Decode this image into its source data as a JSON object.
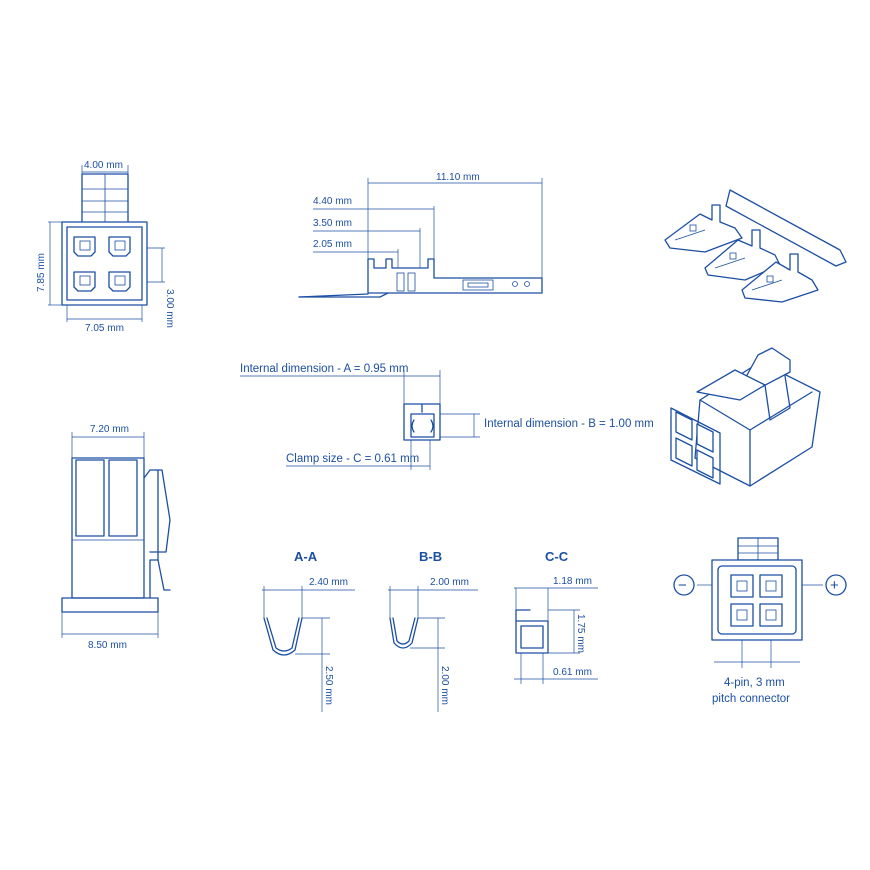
{
  "front_view": {
    "top_width": "4.00 mm",
    "height": "7.85 mm",
    "pitch_vertical": "3.00 mm",
    "width": "7.05 mm"
  },
  "terminal_side": {
    "overall_length": "11.10 mm",
    "dim_1": "4.40 mm",
    "dim_2": "3.50 mm",
    "dim_3": "2.05 mm"
  },
  "crimp_detail": {
    "internal_a": "Internal dimension - A = 0.95 mm",
    "internal_b": "Internal dimension - B = 1.00 mm",
    "clamp_c": "Clamp size - C = 0.61 mm"
  },
  "side_view": {
    "top_width": "7.20 mm",
    "base_width": "8.50 mm"
  },
  "sections": {
    "aa": {
      "title": "A-A",
      "width": "2.40 mm",
      "height": "2.50 mm"
    },
    "bb": {
      "title": "B-B",
      "width": "2.00 mm",
      "height": "2.00 mm"
    },
    "cc": {
      "title": "C-C",
      "top": "1.18 mm",
      "height": "1.75 mm",
      "bottom": "0.61 mm"
    }
  },
  "pinout": {
    "minus_symbol": "−",
    "plus_symbol": "+",
    "caption_line1": "4-pin, 3 mm",
    "caption_line2": "pitch connector"
  },
  "colors": {
    "line": "#1c4fa3",
    "background": "#ffffff"
  }
}
